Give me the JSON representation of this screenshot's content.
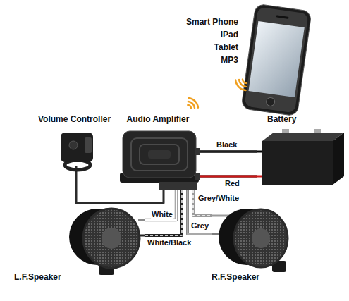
{
  "diagram": {
    "nodes": [
      {
        "text": [
          "Smart Phone",
          "iPad",
          "Tablet",
          "MP3"
        ]
      },
      {
        "text": [
          "Volume Controller"
        ]
      },
      {
        "text": [
          "Audio Amplifier"
        ]
      },
      {
        "text": [
          "Battery"
        ]
      },
      {
        "text": [
          "L.F.Speaker"
        ]
      },
      {
        "text": [
          "R.F.Speaker"
        ]
      }
    ],
    "edges": [
      {
        "from": 1,
        "to": 2,
        "arrow": "none"
      },
      {
        "from": 2,
        "to": 4,
        "label": "White",
        "arrow": "none"
      },
      {
        "from": 2,
        "to": 4,
        "label": "White/Black",
        "arrow": "none"
      },
      {
        "from": 2,
        "to": 5,
        "label": "Grey/White",
        "arrow": "none"
      },
      {
        "from": 2,
        "to": 5,
        "label": "Grey",
        "arrow": "none"
      },
      {
        "from": 2,
        "to": 3,
        "label": "Black",
        "arrow": "none"
      },
      {
        "from": 2,
        "to": 3,
        "label": "Red",
        "arrow": "none"
      }
    ]
  }
}
